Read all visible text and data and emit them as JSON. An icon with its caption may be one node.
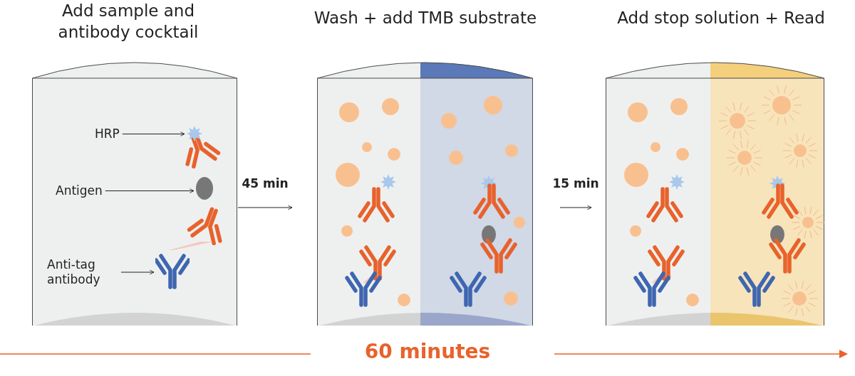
{
  "diagram": {
    "nodes": [
      {
        "text": [
          "Add sample and antibody cocktail"
        ]
      },
      {
        "text": [
          "Wash + add TMB substrate"
        ]
      },
      {
        "text": [
          "Add stop solution + Read"
        ]
      },
      {
        "text": [
          "HRP"
        ],
        "in": 0
      },
      {
        "text": [],
        "shape": "star",
        "in": 0
      },
      {
        "text": [
          "Antigen"
        ],
        "in": 0
      },
      {
        "text": [],
        "shape": "ellipse",
        "in": 0
      },
      {
        "text": [
          "Anti-tag antibody"
        ],
        "in": 0
      },
      {
        "text": [],
        "shape": "picture",
        "in": 0
      }
    ],
    "edges": [
      {
        "from": 0,
        "to": 1,
        "arrow": "to",
        "label": "45 min"
      },
      {
        "from": 1,
        "to": 2,
        "arrow": "to",
        "label": "15 min"
      },
      {
        "from": 3,
        "to": 4,
        "arrow": "to"
      },
      {
        "from": 5,
        "to": 6,
        "arrow": "to"
      },
      {
        "from": 7,
        "to": 8,
        "arrow": "to"
      }
    ],
    "labels": [
      "60 minutes"
    ]
  }
}
